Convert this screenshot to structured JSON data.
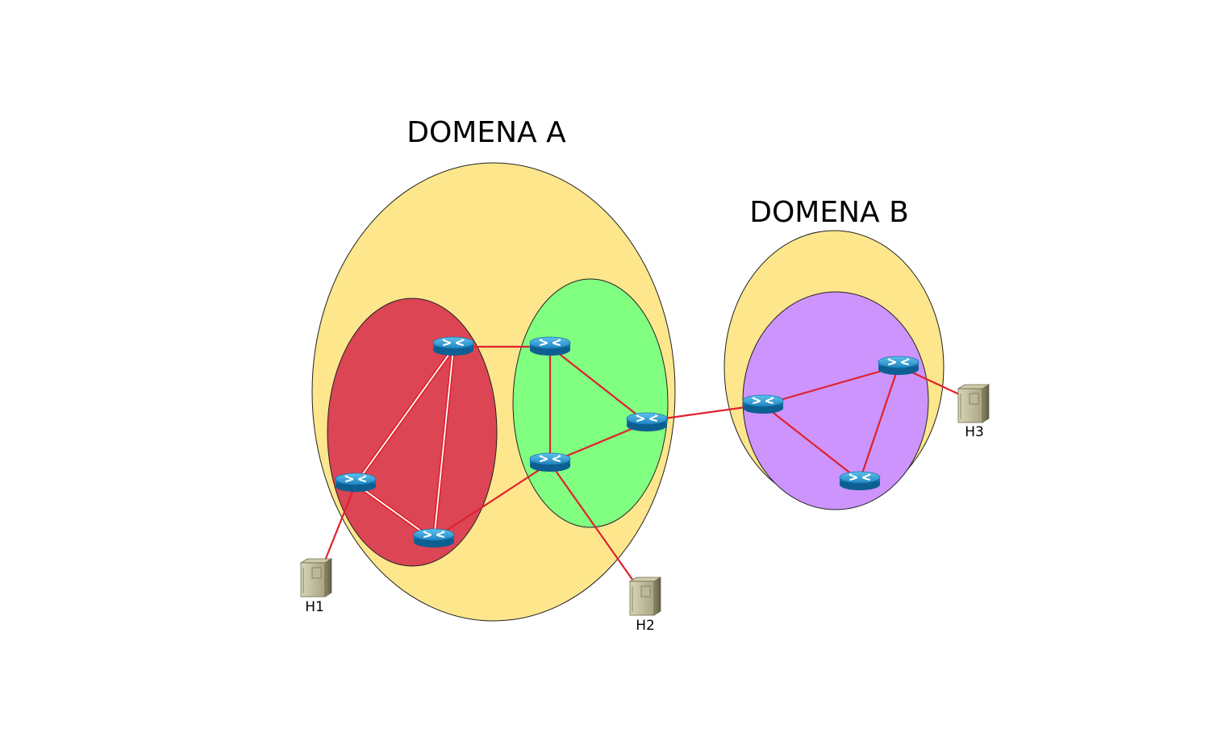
{
  "domains": [
    {
      "id": "A",
      "title": "DOMENA A"
    },
    {
      "id": "B",
      "title": "DOMENA B"
    }
  ],
  "hosts": [
    {
      "id": "H1",
      "label": "H1"
    },
    {
      "id": "H2",
      "label": "H2"
    },
    {
      "id": "H3",
      "label": "H3"
    }
  ],
  "colors": {
    "domain_fill": "#fde68c",
    "area_red": "#dc4554",
    "area_green": "#80ff80",
    "area_purple": "#cc94fc",
    "link_red": "#e0212f",
    "router_blue": "#1a8cc8"
  },
  "icons": {
    "router": "router-icon",
    "host": "server-icon"
  }
}
